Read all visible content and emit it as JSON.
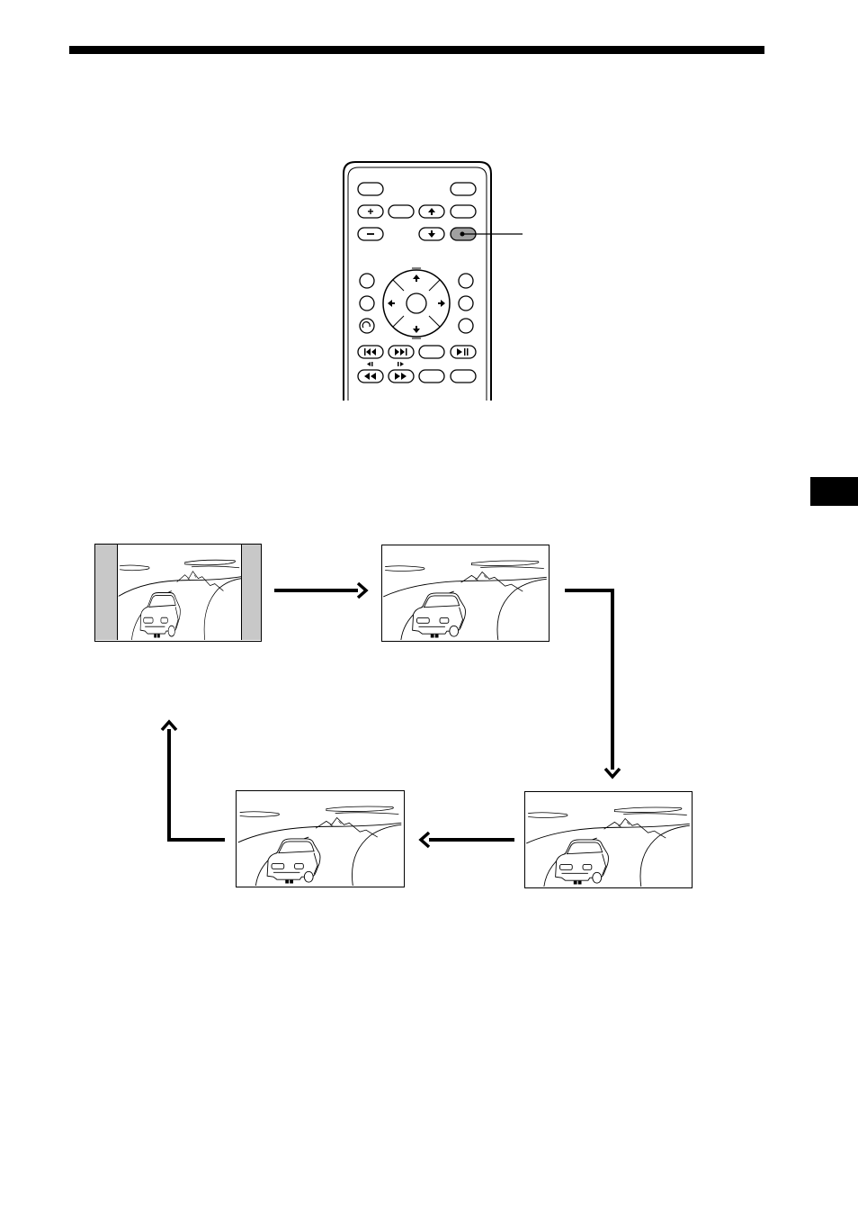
{
  "page": {
    "top_rule": "section-header-bar",
    "side_tab": "chapter-tab"
  },
  "remote": {
    "highlighted_button": "aspect-button",
    "icons": [
      "plus-icon",
      "minus-icon",
      "up-arrow-icon",
      "down-arrow-icon",
      "return-icon",
      "prev-track-icon",
      "next-track-icon",
      "play-pause-icon",
      "rewind-icon",
      "fast-forward-icon",
      "step-back-icon",
      "step-forward-icon"
    ]
  },
  "screens": [
    {
      "id": "pillarbox",
      "has_side_bars": true
    },
    {
      "id": "full",
      "has_side_bars": false
    },
    {
      "id": "zoom",
      "has_side_bars": false
    },
    {
      "id": "wide",
      "has_side_bars": false
    }
  ],
  "colors": {
    "ink": "#000000",
    "side_bar": "#c8c8c8",
    "highlight": "#a0a0a0"
  }
}
